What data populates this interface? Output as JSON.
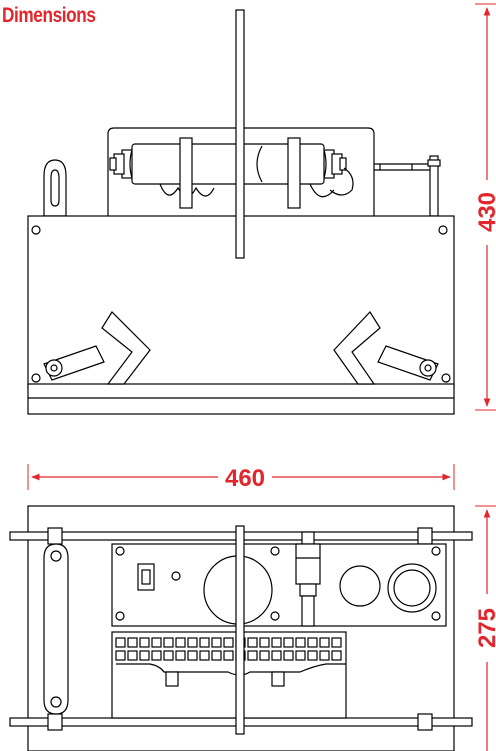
{
  "title": "Dimensions",
  "dimensions": {
    "height": "430",
    "width": "460",
    "depth": "275"
  },
  "colors": {
    "accent": "#e3262b",
    "line": "#000000",
    "background": "#ffffff"
  }
}
